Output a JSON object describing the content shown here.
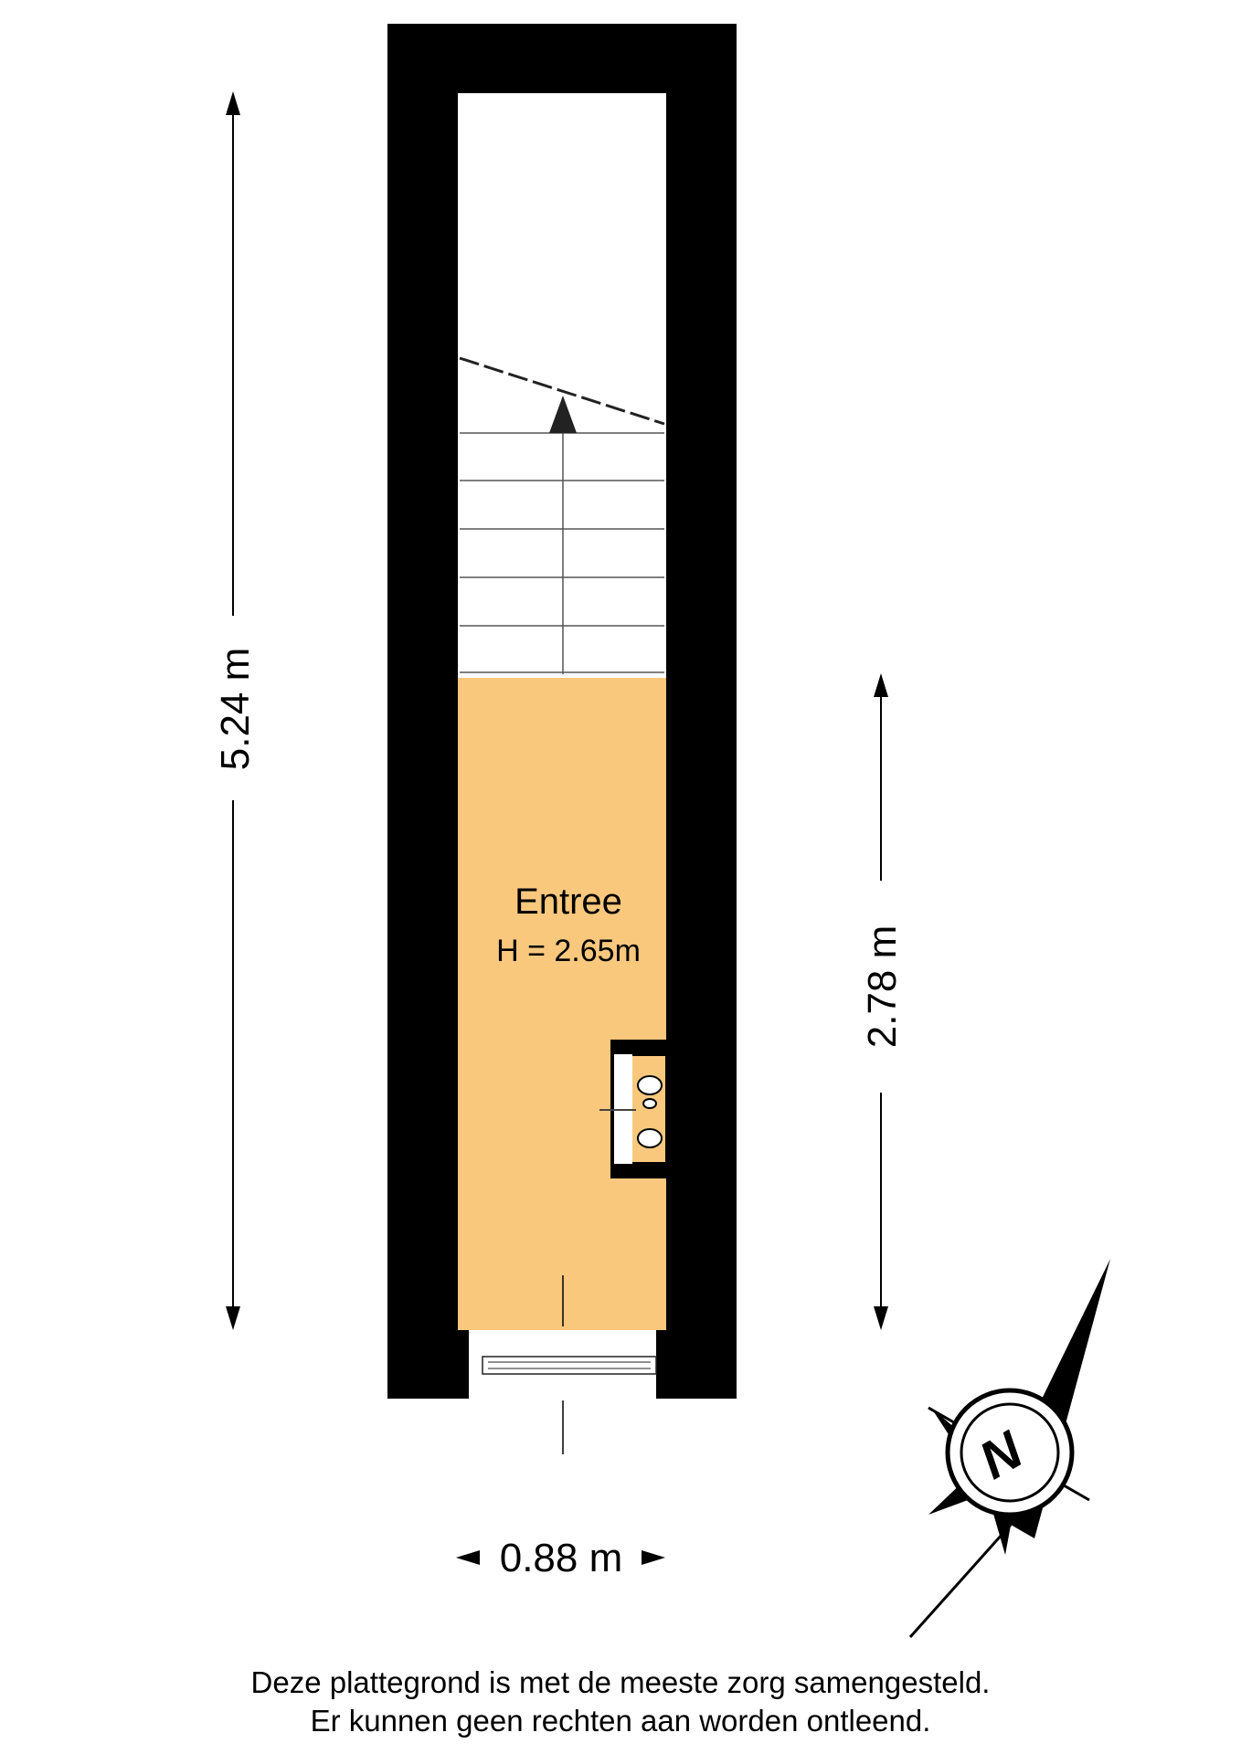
{
  "room": {
    "name": "Entree",
    "height_label": "H = 2.65m",
    "fill_color": "#f9c87d"
  },
  "dimensions": {
    "total_length": "5.24 m",
    "room_length": "2.78 m",
    "width": "0.88 m"
  },
  "compass": {
    "letter": "N"
  },
  "disclaimer": {
    "line1": "Deze plattegrond is met de meeste zorg samengesteld.",
    "line2": "Er kunnen geen rechten aan worden ontleend."
  },
  "colors": {
    "wall": "#000000",
    "background": "#ffffff",
    "room": "#f9c87d",
    "stair_lines": "#666666"
  },
  "icons": [
    "stair-direction-arrow-icon",
    "sink-icon",
    "compass-icon",
    "dimension-arrow-icon"
  ]
}
